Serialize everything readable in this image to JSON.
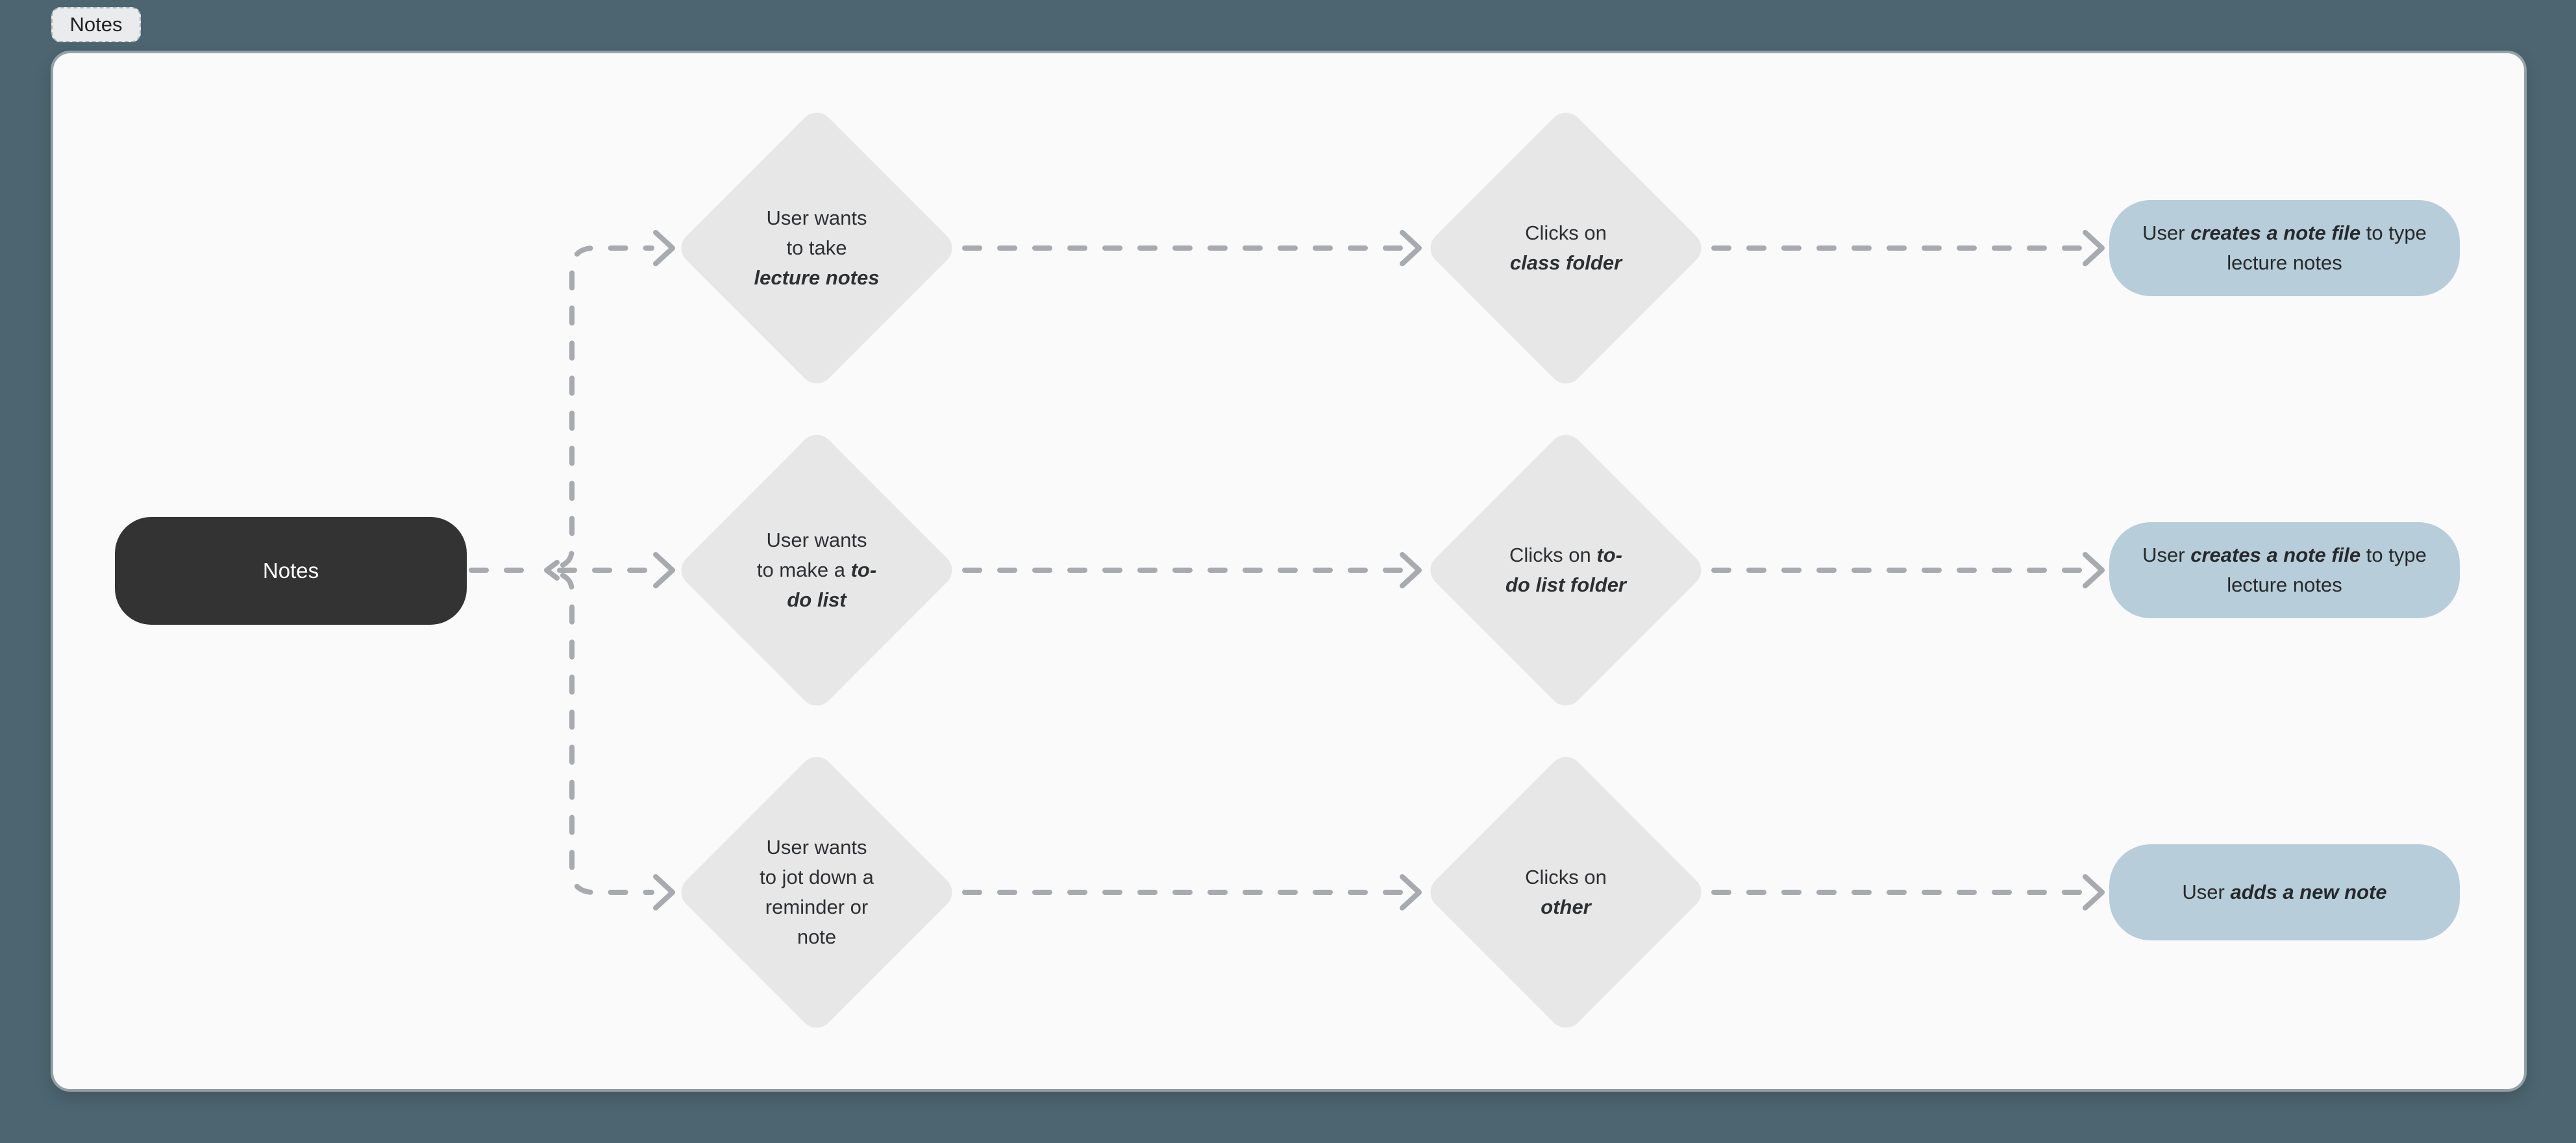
{
  "colors": {
    "backdrop": "#4c6570",
    "board": "#fafafa",
    "node_bg": "#333333",
    "node_text": "#ffffff",
    "shape_gray": "#e7e7e8",
    "shape_blue": "#b7cdd9",
    "ink": "#2d3033",
    "wire": "#a7aaae",
    "tab_bg": "#e9ebed"
  },
  "tab": {
    "label": "Notes"
  },
  "flow": {
    "start_label": "Notes",
    "rows": [
      {
        "intent_lines": [
          [
            {
              "t": "User wants"
            }
          ],
          [
            {
              "t": "to take"
            }
          ],
          [
            {
              "t": "lecture notes",
              "em": true
            }
          ]
        ],
        "action_lines": [
          [
            {
              "t": "Clicks on"
            }
          ],
          [
            {
              "t": "class folder",
              "em": true
            }
          ]
        ],
        "outcome_lines": [
          [
            {
              "t": "User "
            },
            {
              "t": "creates a note file",
              "em": true
            },
            {
              "t": " to type"
            }
          ],
          [
            {
              "t": "lecture notes"
            }
          ]
        ]
      },
      {
        "intent_lines": [
          [
            {
              "t": "User wants"
            }
          ],
          [
            {
              "t": "to make a "
            },
            {
              "t": "to-",
              "em": true
            }
          ],
          [
            {
              "t": "do list",
              "em": true
            }
          ]
        ],
        "action_lines": [
          [
            {
              "t": "Clicks on "
            },
            {
              "t": "to-",
              "em": true
            }
          ],
          [
            {
              "t": "do list folder",
              "em": true
            }
          ]
        ],
        "outcome_lines": [
          [
            {
              "t": "User "
            },
            {
              "t": "creates a note file",
              "em": true
            },
            {
              "t": " to type"
            }
          ],
          [
            {
              "t": "lecture notes"
            }
          ]
        ]
      },
      {
        "intent_lines": [
          [
            {
              "t": "User wants"
            }
          ],
          [
            {
              "t": "to jot down a"
            }
          ],
          [
            {
              "t": "reminder or"
            }
          ],
          [
            {
              "t": "note"
            }
          ]
        ],
        "action_lines": [
          [
            {
              "t": "Clicks on"
            }
          ],
          [
            {
              "t": "other",
              "em": true
            }
          ]
        ],
        "outcome_lines": [
          [
            {
              "t": "User "
            },
            {
              "t": "adds a new note",
              "em": true
            }
          ]
        ]
      }
    ]
  }
}
